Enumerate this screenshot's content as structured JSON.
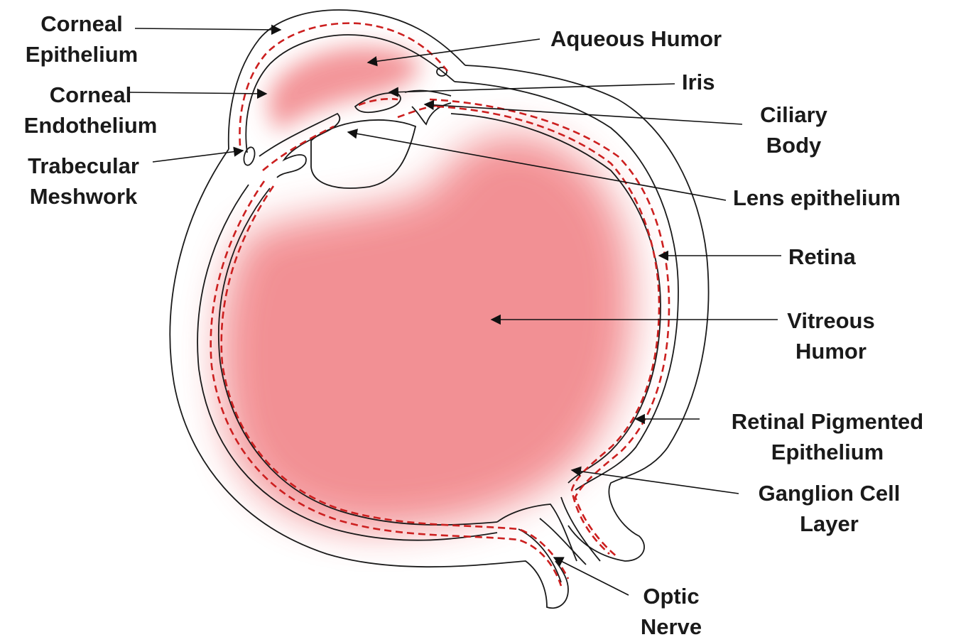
{
  "colors": {
    "tissue_fill": "#f28b8f",
    "dashed_layer": "#cc1f1f",
    "outline": "#1a1a1a",
    "label_text": "#1a1a1a"
  },
  "labels": {
    "corneal_epithelium": [
      "Corneal",
      "Epithelium"
    ],
    "corneal_endothelium": [
      "Corneal",
      "Endothelium"
    ],
    "trabecular_meshwork": [
      "Trabecular",
      "Meshwork"
    ],
    "aqueous_humor": "Aqueous Humor",
    "iris": "Iris",
    "ciliary_body": [
      "Ciliary",
      "Body"
    ],
    "lens_epithelium": "Lens epithelium",
    "retina": "Retina",
    "vitreous_humor": [
      "Vitreous",
      "Humor"
    ],
    "retinal_pigmented_epithelium": [
      "Retinal Pigmented",
      "Epithelium"
    ],
    "ganglion_cell_layer": [
      "Ganglion Cell",
      "Layer"
    ],
    "optic_nerve": [
      "Optic",
      "Nerve"
    ]
  }
}
